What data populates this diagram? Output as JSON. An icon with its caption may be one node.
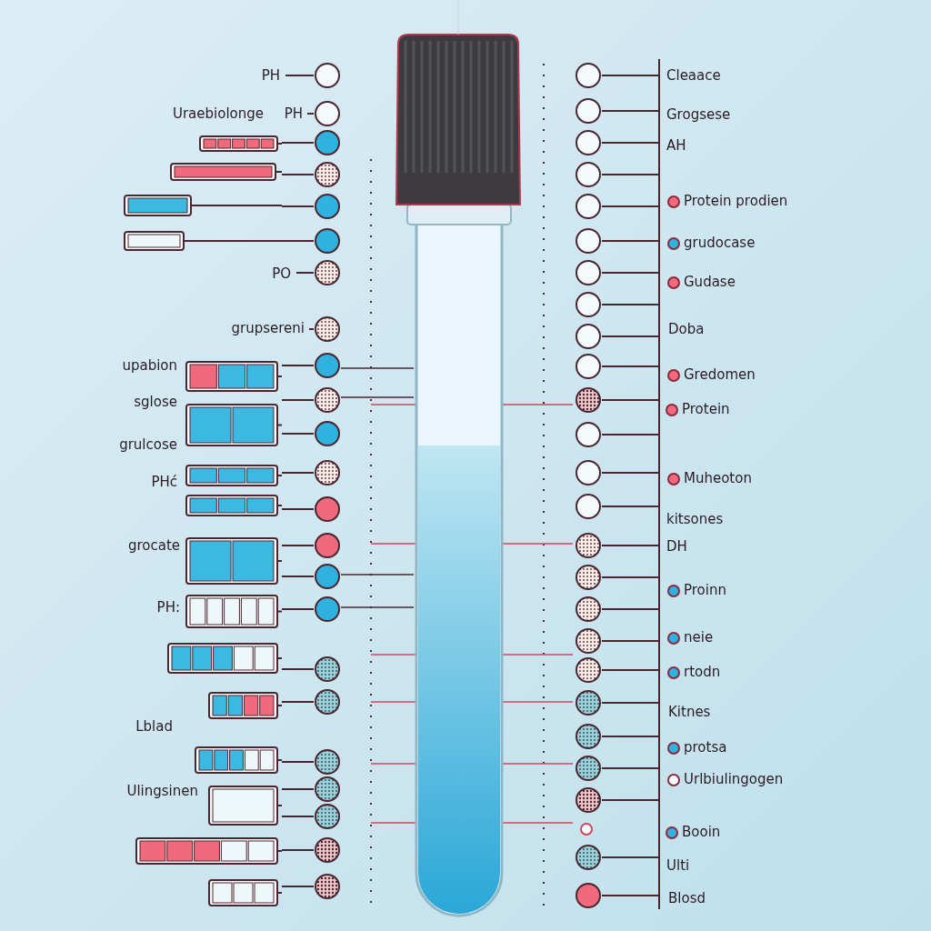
{
  "diagram": {
    "labels": [
      "PH",
      "Uraebiolonge",
      "PH",
      "PO",
      "grupsereni",
      "upabion",
      "sglose",
      "grulcose",
      "PHć",
      "grocate",
      "PH:",
      "Lblad",
      "Ulingsinen",
      "Cleaace",
      "Grogsese",
      "AH",
      "Protein prodien",
      "grudocase",
      "Gudase",
      "Doba",
      "Gredomen",
      "Protein",
      "Muheoton",
      "kitsones",
      "DH",
      "Proinn",
      "neie",
      "rtodn",
      "Kitnes",
      "protsa",
      "Urlbiulingogen",
      "Booin",
      "Ulti",
      "Blosd"
    ]
  }
}
